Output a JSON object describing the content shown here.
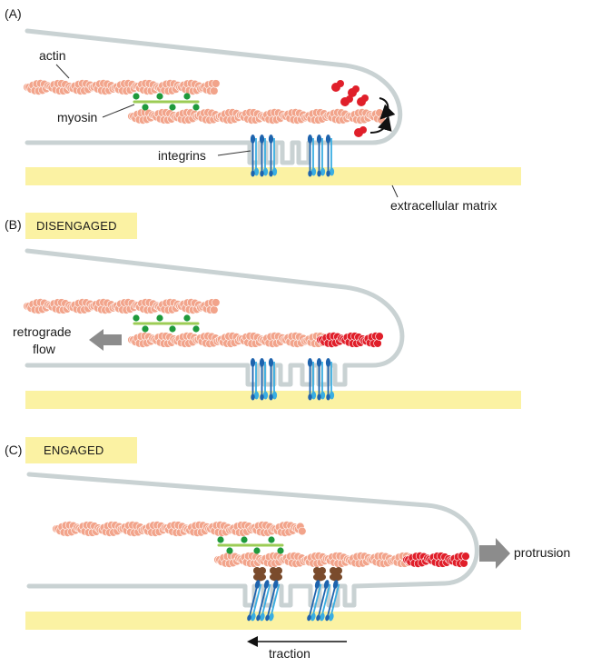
{
  "panels": {
    "a": {
      "letter": "(A)"
    },
    "b": {
      "letter": "(B)",
      "tag": "DISENGAGED"
    },
    "c": {
      "letter": "(C)",
      "tag": "ENGAGED"
    }
  },
  "labels": {
    "actin": "actin",
    "myosin": "myosin",
    "integrins": "integrins",
    "ecm": "extracellular matrix",
    "retrograde_1": "retrograde",
    "retrograde_2": "flow",
    "protrusion": "protrusion",
    "traction": "traction"
  },
  "colors": {
    "actin": "#f2a48b",
    "actin_new": "#e01f2a",
    "membrane": "#c9d2d3",
    "ecm": "#fbf2a3",
    "tag_bg": "#fbf2a3",
    "myosin_rod": "#9ccc55",
    "myosin_head": "#1f9a3c",
    "integrin_dark": "#1e63ad",
    "integrin_light": "#3aaee2",
    "adaptor": "#7a4b2c",
    "arrow_grey": "#8c8c8c"
  }
}
